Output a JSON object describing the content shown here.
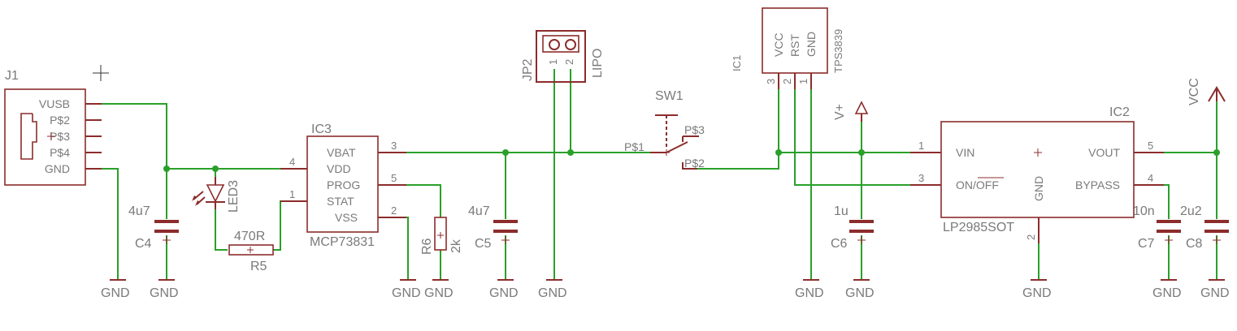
{
  "colors": {
    "wire": "#2aa02a",
    "part": "#8c2c2c",
    "text": "#7a7a7a",
    "background": "#ffffff"
  },
  "j1": {
    "name": "J1",
    "pins": [
      "VUSB",
      "P$2",
      "P$3",
      "P$4",
      "GND"
    ]
  },
  "c4": {
    "name": "C4",
    "value": "4u7"
  },
  "led3": {
    "name": "LED3"
  },
  "r5": {
    "name": "R5",
    "value": "470R"
  },
  "ic3": {
    "name": "IC3",
    "part": "MCP73831",
    "pins": [
      "VBAT",
      "VDD",
      "PROG",
      "STAT",
      "VSS"
    ],
    "pin_numbers": [
      "3",
      "4",
      "5",
      "1",
      "2"
    ]
  },
  "r6": {
    "name": "R6",
    "value": "2k"
  },
  "c5": {
    "name": "C5",
    "value": "4u7"
  },
  "jp2": {
    "name": "JP2",
    "label": "LIPO",
    "pin1": "1",
    "pin2": "2"
  },
  "sw1": {
    "name": "SW1",
    "pin1": "P$1",
    "pin2": "P$2",
    "pin3": "P$3"
  },
  "ic1": {
    "name": "IC1",
    "part": "TPS3839",
    "pins": [
      "VCC",
      "RST",
      "GND"
    ],
    "pin_numbers": [
      "3",
      "2",
      "1"
    ]
  },
  "supply_vplus": "V+",
  "supply_vcc": "VCC",
  "c6": {
    "name": "C6",
    "value": "1u"
  },
  "ic2": {
    "name": "IC2",
    "part": "LP2985SOT",
    "pins": [
      "VIN",
      "VOUT",
      "ON/OFF",
      "GND",
      "BYPASS"
    ],
    "pin_numbers": [
      "1",
      "5",
      "3",
      "4",
      "2"
    ]
  },
  "c7": {
    "name": "C7",
    "value": "10n"
  },
  "c8": {
    "name": "C8",
    "value": "2u2"
  },
  "gnd_label": "GND"
}
